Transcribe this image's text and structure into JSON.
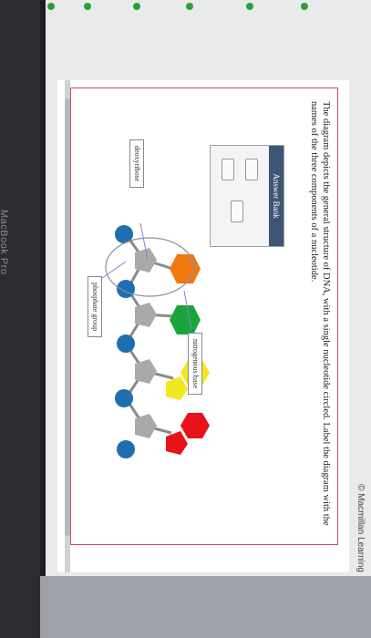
{
  "credit": "© Macmillan Learning",
  "prompt": "The diagram depicts the general structure of DNA, with a single nucleotide circled. Label the diagram with the names of the three components of a nucleotide.",
  "answer_bank": {
    "title": "Answer Bank"
  },
  "labels": {
    "deoxyribose": "deoxyribose",
    "nitrogenous_base": "nitrogenous base",
    "phosphate_group": "phosphate group"
  },
  "bezel_text": "MacBook Pro",
  "colors": {
    "phosphate": "#1f6fb0",
    "sugar": "#a9a9a9",
    "base_orange": "#f07810",
    "base_green": "#1aa53a",
    "base_yellow": "#f2e81f",
    "base_red": "#e8121a",
    "frame_border": "#c94a6a",
    "answer_bank_header": "#3e5575"
  }
}
